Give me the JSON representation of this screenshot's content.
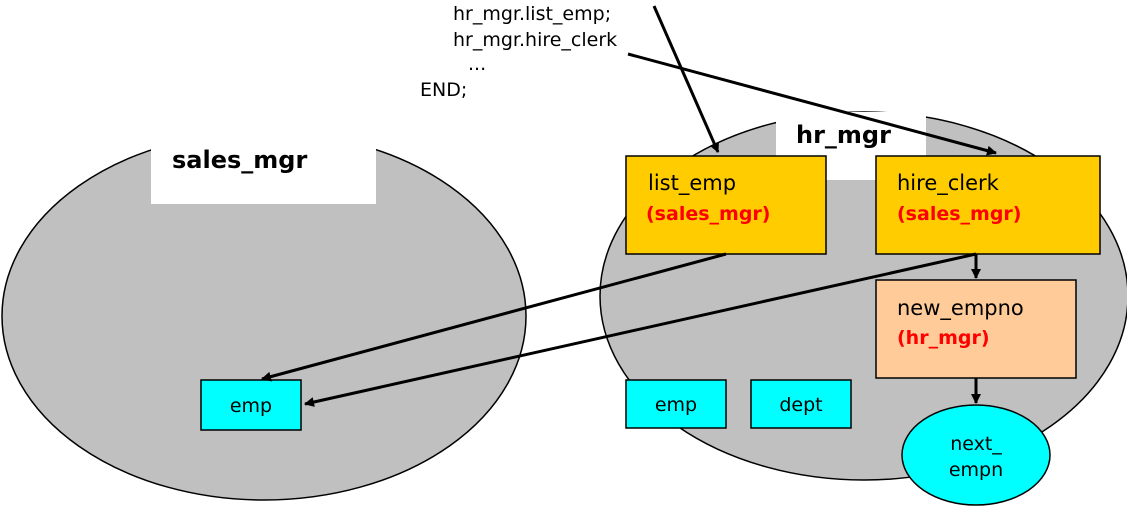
{
  "code": {
    "line1": "hr_mgr.list_emp;",
    "line2": "hr_mgr.hire_clerk",
    "line3": "...",
    "line4": "END;"
  },
  "schemas": {
    "sales_mgr": {
      "label": "sales_mgr"
    },
    "hr_mgr": {
      "label": "hr_mgr"
    }
  },
  "procedures": {
    "list_emp": {
      "name": "list_emp",
      "owner": "(sales_mgr)"
    },
    "hire_clerk": {
      "name": "hire_clerk",
      "owner": "(sales_mgr)"
    },
    "new_empno": {
      "name": "new_empno",
      "owner": "(hr_mgr)"
    }
  },
  "tables": {
    "sales_emp": "emp",
    "hr_emp": "emp",
    "hr_dept": "dept"
  },
  "sequence": {
    "line1": "next_",
    "line2": "empn"
  },
  "colors": {
    "schema_fill": "#c0c0c0",
    "procedure_fill": "#ffcc00",
    "function_fill": "#ffcc99",
    "table_fill": "#00ffff",
    "owner_text": "#ff0000"
  }
}
